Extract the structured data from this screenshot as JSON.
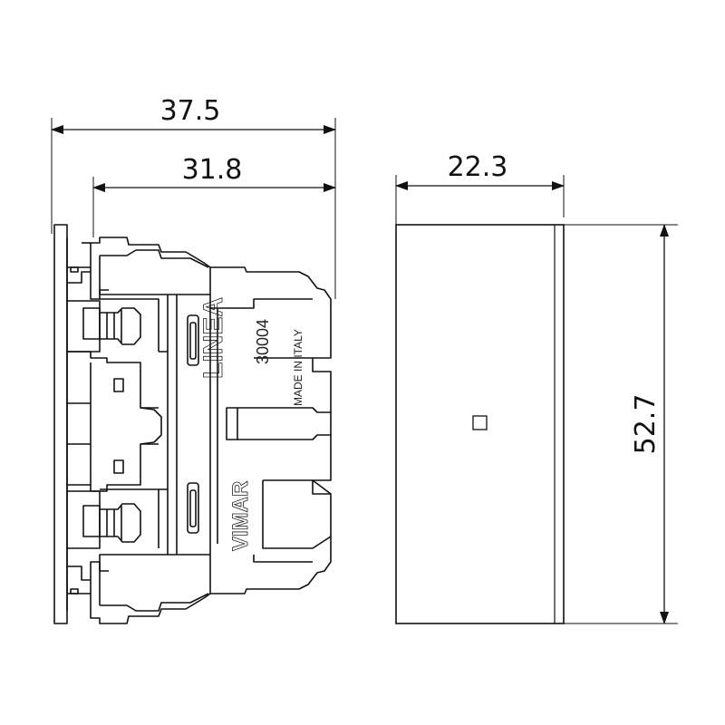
{
  "dimensions": {
    "overall_depth": "37.5",
    "body_depth": "31.8",
    "front_depth": "22.3",
    "height": "52.7"
  },
  "markings": {
    "series": "LINEA",
    "code": "30004",
    "origin": "MADE IN ITALY",
    "brand": "VIMAR"
  },
  "colors": {
    "line": "#111111",
    "background": "#ffffff"
  }
}
